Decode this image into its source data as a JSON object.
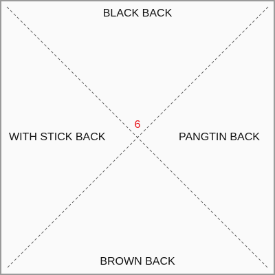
{
  "labels": {
    "top": "BLACK BACK",
    "bottom": "BROWN BACK",
    "left": "WITH STICK BACK",
    "right": "PANGTIN BACK"
  },
  "center": {
    "number": "6",
    "color": "#e8141a"
  },
  "colors": {
    "background": "#fafafa",
    "border": "#9a9a9a",
    "diagonal": "#555555",
    "text": "#111111"
  }
}
